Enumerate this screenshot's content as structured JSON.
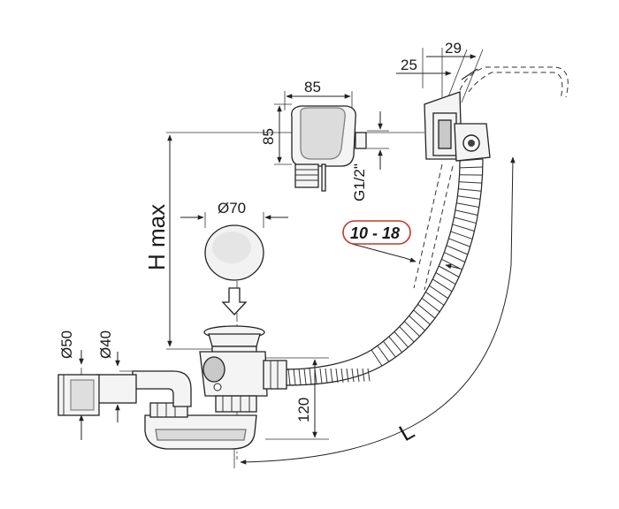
{
  "labels": {
    "dim_29": "29",
    "dim_25": "25",
    "dim_85_width": "85",
    "dim_85_height": "85",
    "thread": "G1/2\"",
    "range": "10 - 18",
    "h_max": "H max",
    "dia_70": "Ø70",
    "dia_50": "Ø50",
    "dia_40": "Ø40",
    "dim_120": "120",
    "length": "L"
  },
  "colors": {
    "line": "#222222",
    "highlight": "#c0392b",
    "part_fill": "#f4f4f4",
    "part_shade": "#c9c9c9"
  }
}
